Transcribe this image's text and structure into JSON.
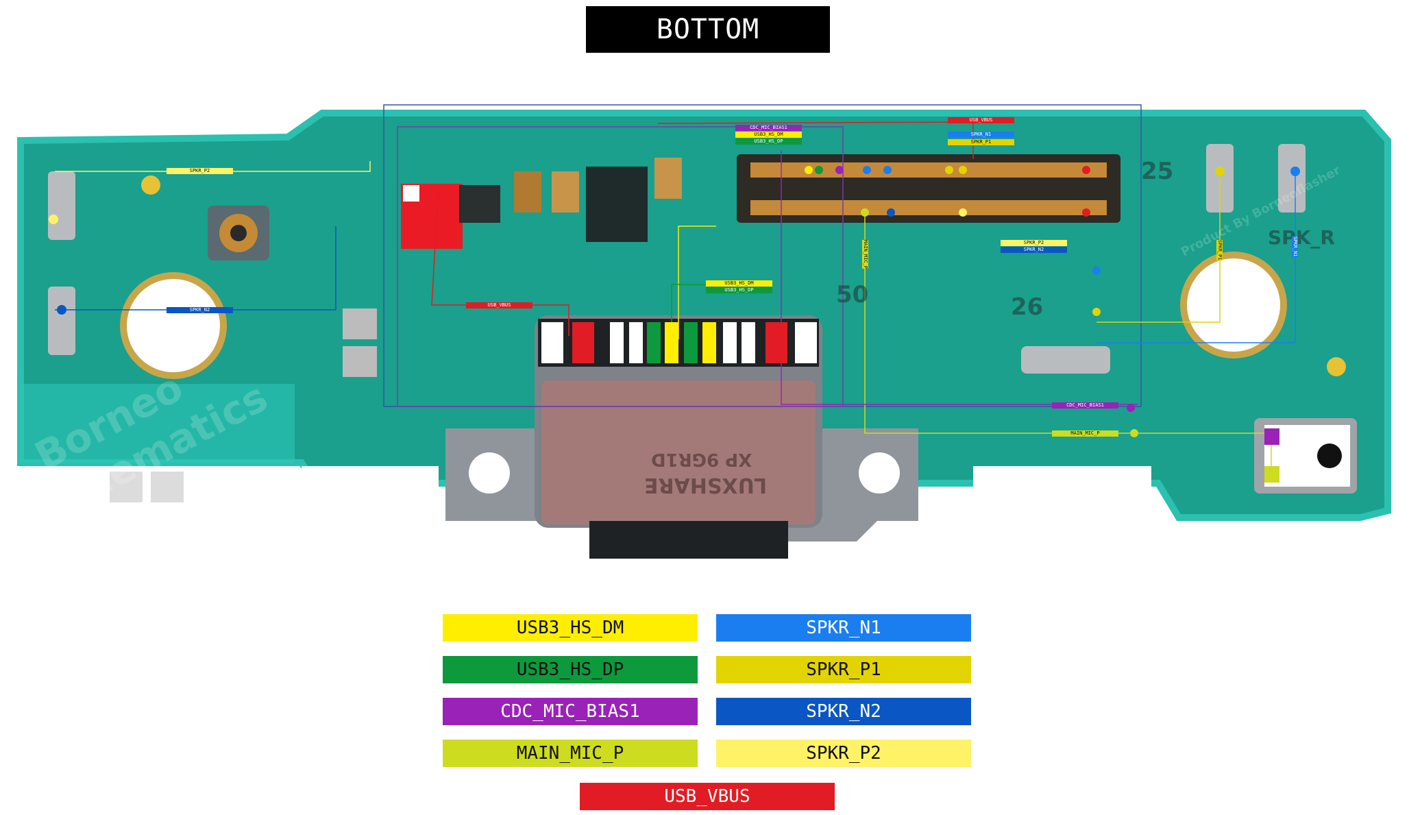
{
  "title": "BOTTOM",
  "colors": {
    "USB3_HS_DM": "#ffee00",
    "USB3_HS_DP": "#0c9a3c",
    "CDC_MIC_BIAS1": "#9a22b8",
    "MAIN_MIC_P": "#cddc1e",
    "SPKR_N1": "#1a7ef0",
    "SPKR_P1": "#e2d400",
    "SPKR_N2": "#0a56c4",
    "SPKR_P2": "#fff266",
    "USB_VBUS": "#e21c24",
    "board": "#1aa08c",
    "board_edge": "#2bc0b0"
  },
  "legend": [
    {
      "label": "USB3_HS_DM",
      "color": "#ffee00",
      "text_color": "dark"
    },
    {
      "label": "SPKR_N1",
      "color": "#1a7ef0",
      "text_color": "light"
    },
    {
      "label": "USB3_HS_DP",
      "color": "#0c9a3c",
      "text_color": "dark"
    },
    {
      "label": "SPKR_P1",
      "color": "#e2d400",
      "text_color": "dark"
    },
    {
      "label": "CDC_MIC_BIAS1",
      "color": "#9a22b8",
      "text_color": "light"
    },
    {
      "label": "SPKR_N2",
      "color": "#0a56c4",
      "text_color": "light"
    },
    {
      "label": "MAIN_MIC_P",
      "color": "#cddc1e",
      "text_color": "dark"
    },
    {
      "label": "SPKR_P2",
      "color": "#fff266",
      "text_color": "dark"
    },
    {
      "label": "USB_VBUS",
      "color": "#e21c24",
      "text_color": "light"
    }
  ],
  "pcb_labels": {
    "spkr_p2_left": "SPKR_P2",
    "spkr_n2_left": "SPKR_N2",
    "usb_vbus_left": "USB_VBUS",
    "cdc_mic_bias1_top": "CDC_MIC_BIAS1",
    "usb3_hs_dm_top": "USB3_HS_DM",
    "usb3_hs_dp_top": "USB3_HS_DP",
    "usb_vbus_top": "USB_VBUS",
    "spkr_n1_top": "SPKR_N1",
    "spkr_p1_top": "SPKR_P1",
    "usb3_hs_dm_mid": "USB3_HS_DM",
    "usb3_hs_dp_mid": "USB3_HS_DP",
    "spkr_p2_mid": "SPKR_P2",
    "spkr_n2_mid": "SPKR_N2",
    "main_mic_p_vertical": "MAIN_MIC_P",
    "cdc_mic_bias1_right": "CDC_MIC_BIAS1",
    "main_mic_p_right": "MAIN_MIC_P",
    "spkr_p1_vertical": "SPKR_P1",
    "spkr_n1_vertical": "SPKR_N1"
  },
  "silkscreen": {
    "pin_25": "25",
    "pin_26": "26",
    "pin_50": "50",
    "connector_marking": "LUXSHARE",
    "connector_code": "XP 9GR1D",
    "spk_r": "SPK_R"
  },
  "watermarks": {
    "brand_1": "Borneo",
    "brand_2": "Schematics",
    "tagline": "Product By Borneoflasher"
  }
}
